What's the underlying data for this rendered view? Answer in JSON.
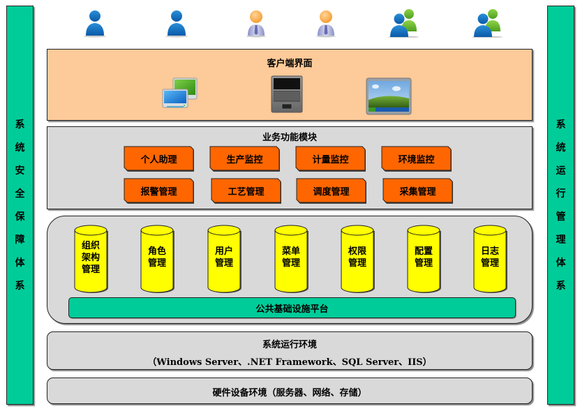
{
  "diagram": {
    "left_panel": {
      "label": "系统安全保障体系",
      "chars": [
        "系",
        "统",
        "安",
        "全",
        "保",
        "障",
        "体",
        "系"
      ],
      "color": "#00cc99"
    },
    "right_panel": {
      "label": "系统运行管理体系",
      "chars": [
        "系",
        "统",
        "运",
        "行",
        "管",
        "理",
        "体",
        "系"
      ],
      "color": "#00cc99"
    },
    "users": [
      {
        "icon": "user-blue-icon"
      },
      {
        "icon": "user-blue-icon"
      },
      {
        "icon": "user-business-icon"
      },
      {
        "icon": "user-business-icon"
      },
      {
        "icon": "user-group-icon"
      },
      {
        "icon": "user-group-icon"
      }
    ],
    "client_layer": {
      "title": "客户端界面",
      "color": "#fdca99",
      "devices": [
        {
          "icon": "network-computers-icon"
        },
        {
          "icon": "laptop-icon"
        },
        {
          "icon": "monitor-desktop-icon"
        }
      ]
    },
    "business_layer": {
      "title": "业务功能模块",
      "color": "#d9d9d9",
      "button_color": "#ff6600",
      "modules": [
        {
          "label": "个人助理"
        },
        {
          "label": "生产监控"
        },
        {
          "label": "计量监控"
        },
        {
          "label": "环境监控"
        },
        {
          "label": "报警管理"
        },
        {
          "label": "工艺管理"
        },
        {
          "label": "调度管理"
        },
        {
          "label": "采集管理"
        }
      ]
    },
    "platform_layer": {
      "cylinder_color": "#ffff00",
      "components": [
        {
          "lines": [
            "组织",
            "架构",
            "管理"
          ]
        },
        {
          "lines": [
            "角色",
            "管理"
          ]
        },
        {
          "lines": [
            "用户",
            "管理"
          ]
        },
        {
          "lines": [
            "菜单",
            "管理"
          ]
        },
        {
          "lines": [
            "权限",
            "管理"
          ]
        },
        {
          "lines": [
            "配置",
            "管理"
          ]
        },
        {
          "lines": [
            "日志",
            "管理"
          ]
        }
      ],
      "infrastructure": "公共基础设施平台"
    },
    "runtime_layer": {
      "title": "系统运行环境",
      "subtitle": "（Windows Server、.NET Framework、SQL Server、IIS）"
    },
    "hardware_layer": {
      "title": "硬件设备环境（服务器、网络、存储）"
    }
  }
}
